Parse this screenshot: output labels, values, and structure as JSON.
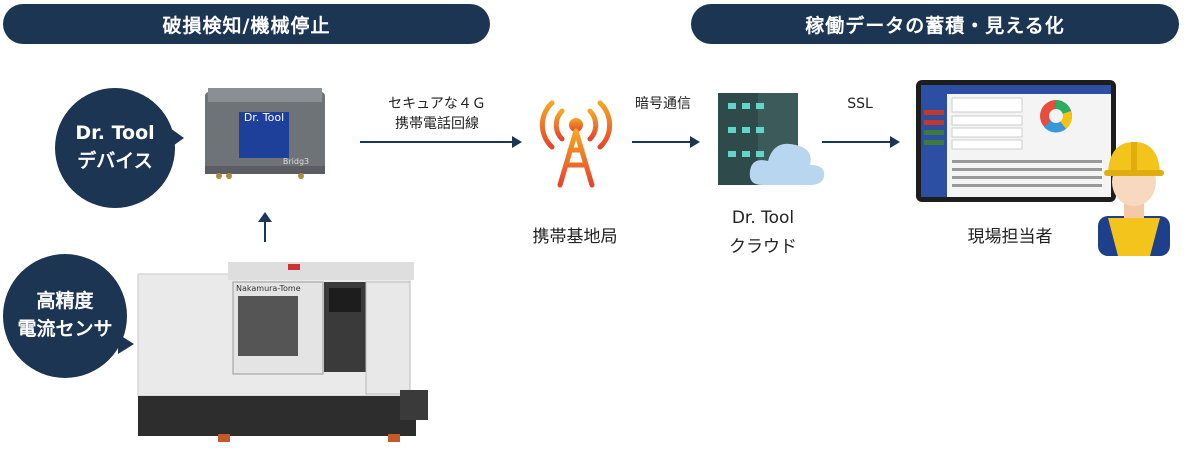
{
  "header": {
    "left": "破損検知/機械停止",
    "right": "稼働データの蓄積・見える化"
  },
  "bubbles": {
    "device": [
      "Dr. Tool",
      "デバイス"
    ],
    "sensor": [
      "高精度",
      "電流センサ"
    ]
  },
  "device_box": {
    "brand": "Dr. Tool",
    "sub": "Bridg3"
  },
  "machine": {
    "brand": "Nakamura-Tome"
  },
  "links": {
    "g4_line1": "セキュアな４Ｇ",
    "g4_line2": "携帯電話回線",
    "encrypted": "暗号通信",
    "ssl": "SSL"
  },
  "labels": {
    "tower": "携帯基地局",
    "cloud_line1": "Dr. Tool",
    "cloud_line2": "クラウド",
    "user": "現場担当者"
  },
  "colors": {
    "navy": "#1c3553",
    "cloud": "#b9d6f0",
    "server": "#2f4a4a",
    "helmet": "#f3c41b"
  }
}
